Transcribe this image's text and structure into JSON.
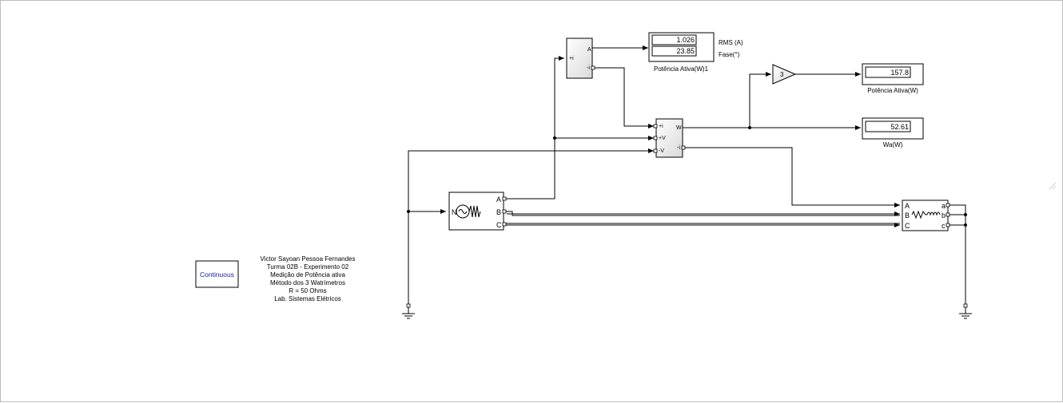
{
  "powergui": {
    "label": "Continuous"
  },
  "notes": {
    "lines": [
      "Victor Sayoan Pessoa Fernandes",
      "Turma 02B - Experimento 02",
      "Medição de Potência ativa",
      "Método dos 3 Watrímetros",
      "R = 50 Ohms",
      "Lab. Sistemas Elétricos"
    ]
  },
  "meter_block": {
    "port_in": "+i",
    "port_out": "-i",
    "port_a": "A"
  },
  "display1": {
    "values": [
      "1.026",
      "23.85"
    ],
    "labels": [
      "RMS (A)",
      "Fase(°)"
    ],
    "caption": "Potência Ativa(W)1"
  },
  "wattmeter": {
    "ports_in": [
      "+i",
      "+V",
      "-V"
    ],
    "port_w": "W",
    "port_out": "-i"
  },
  "gain": {
    "value": "3"
  },
  "display2": {
    "value": "157.8",
    "caption": "Potência Ativa(W)"
  },
  "display3": {
    "value": "52.61",
    "caption": "Wa(W)"
  },
  "source": {
    "port_n": "N",
    "ports": [
      "A",
      "B",
      "C"
    ]
  },
  "load": {
    "ports_in": [
      "A",
      "B",
      "C"
    ],
    "ports_out": [
      "a",
      "b",
      "c"
    ]
  }
}
